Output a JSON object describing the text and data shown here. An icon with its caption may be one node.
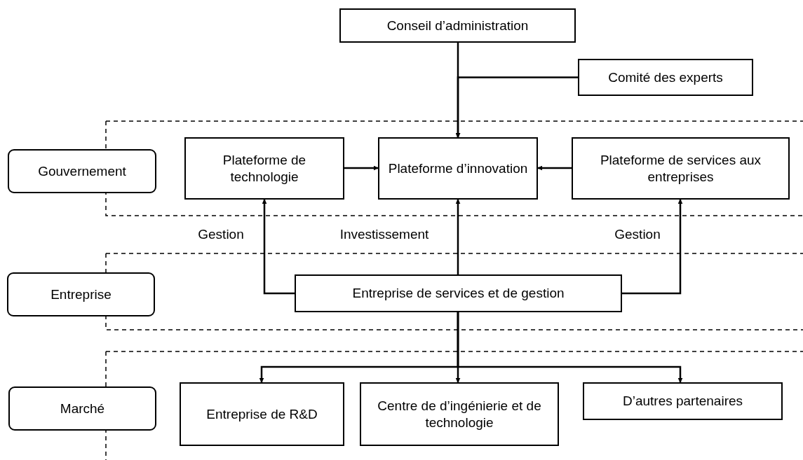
{
  "diagram": {
    "nodes": [
      {
        "text": [
          "Conseil d’administration"
        ]
      },
      {
        "text": [
          "Comité des experts"
        ]
      },
      {
        "text": [
          "Gouvernement"
        ]
      },
      {
        "text": [
          "Plateforme de technologie"
        ]
      },
      {
        "text": [
          "Plateforme d’innovation"
        ]
      },
      {
        "text": [
          "Plateforme de services aux entreprises"
        ]
      },
      {
        "text": [
          "Entreprise"
        ]
      },
      {
        "text": [
          "Entreprise de services et de gestion"
        ]
      },
      {
        "text": [
          "Marché"
        ]
      },
      {
        "text": [
          "Entreprise de R&D"
        ]
      },
      {
        "text": [
          "Centre de d’ingénierie et de technologie"
        ]
      },
      {
        "text": [
          "D’autres partenaires"
        ]
      }
    ],
    "edges": [
      {
        "from": 0,
        "to": 4,
        "arrow": "to"
      },
      {
        "from": 1,
        "to": 4,
        "arrow": "to"
      },
      {
        "from": 3,
        "to": 4,
        "arrow": "to"
      },
      {
        "from": 5,
        "to": 4,
        "arrow": "to"
      },
      {
        "from": 7,
        "to": 3,
        "arrow": "to",
        "label": "Gestion"
      },
      {
        "from": 7,
        "to": 4,
        "arrow": "to",
        "label": "Investissement"
      },
      {
        "from": 7,
        "to": 5,
        "arrow": "to",
        "label": "Gestion"
      },
      {
        "from": 7,
        "to": 9,
        "arrow": "to"
      },
      {
        "from": 7,
        "to": 10,
        "arrow": "to"
      },
      {
        "from": 7,
        "to": 11,
        "arrow": "to"
      }
    ]
  }
}
